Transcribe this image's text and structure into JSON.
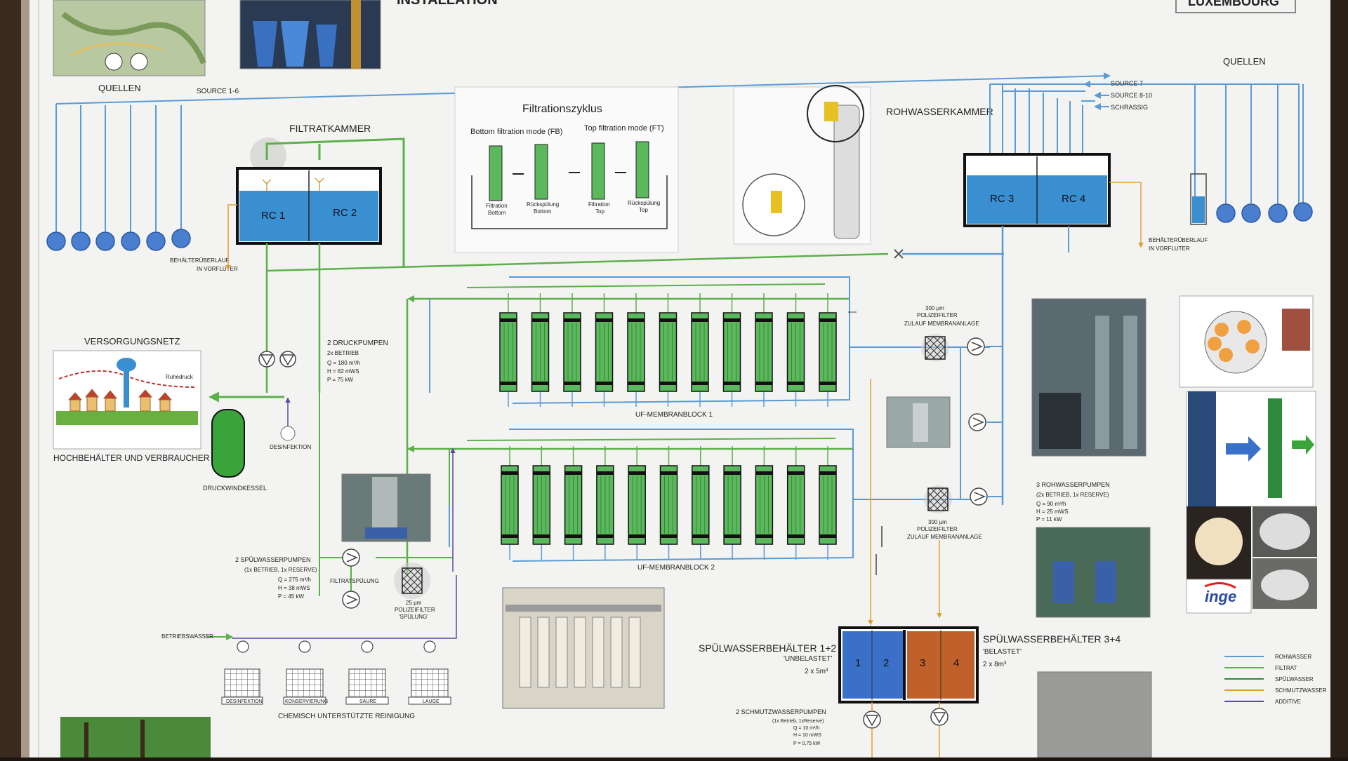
{
  "board": {
    "header_left": "INSTALLATION",
    "header_right": "LUXEMBOURG"
  },
  "labels": {
    "quellen_left": "QUELLEN",
    "source_1_6": "SOURCE 1-6",
    "filtratkammer": "FILTRATKAMMER",
    "rc1": "RC 1",
    "rc2": "RC 2",
    "behaelter_overflow_left_1": "BEHÄLTERÜBERLAUF",
    "behaelter_overflow_left_2": "IN VORFLUTER",
    "versorgungsnetz": "VERSORGUNGSNETZ",
    "ruhedruck": "Ruhedruck",
    "hochbehaelter": "HOCHBEHÄLTER UND VERBRAUCHER",
    "druckwindkessel": "DRUCKWINDKESSEL",
    "desinfektion": "DESINFEKTION",
    "druckpumpen_title": "2 DRUCKPUMPEN",
    "druckpumpen_betrieb": "2x BETRIEB",
    "druckpumpen_q": "Q = 180 m³/h",
    "druckpumpen_h": "H = 82 mWS",
    "druckpumpen_p": "P = 75 kW",
    "spuelpumpen_title": "2 SPÜLWASSERPUMPEN",
    "spuelpumpen_betrieb": "(1x BETRIEB, 1x RESERVE)",
    "spuelpumpen_q": "Q = 275 m³/h",
    "spuelpumpen_h": "H = 38 mWS",
    "spuelpumpen_p": "P = 45 kW",
    "filtratspuelung": "FILTRATSPÜLUNG",
    "polizeifilter_small_1": "25 µm",
    "polizeifilter_small_2": "POLIZEIFILTER",
    "polizeifilter_small_3": "'SPÜLUNG'",
    "betriebswasser": "BETRIEBSWASSER",
    "chem_desinfektion": "DESINFEKTION",
    "chem_konservierung": "KONSERVIERUNG",
    "chem_saeure": "SÄURE",
    "chem_lauge": "LAUGE",
    "chemisch": "CHEMISCH UNTERSTÜTZTE REINIGUNG",
    "uf_block_1": "UF-MEMBRANBLOCK 1",
    "uf_block_2": "UF-MEMBRANBLOCK 2",
    "pf_top_1": "300 µm",
    "pf_top_2": "POLIZEIFILTER",
    "pf_top_3": "ZULAUF MEMBRANANLAGE",
    "pf_bot_1": "300 µm",
    "pf_bot_2": "POLIZEIFILTER",
    "pf_bot_3": "ZULAUF MEMBRANANLAGE",
    "rohwasserkammer": "ROHWASSERKAMMER",
    "rc3": "RC 3",
    "rc4": "RC 4",
    "quellen_right": "QUELLEN",
    "source_7": "SOURCE 7",
    "source_8_10": "SOURCE 8-10",
    "schrassig": "SCHRASSIG",
    "behaelter_overflow_right_1": "BEHÄLTERÜBERLAUF",
    "behaelter_overflow_right_2": "IN VORFLUTER",
    "rohwasserpumpen_title": "3 ROHWASSERPUMPEN",
    "rohwasserpumpen_betrieb": "(2x BETRIEB, 1x RESERVE)",
    "rohwasserpumpen_q": "Q = 90 m³/h",
    "rohwasserpumpen_h": "H = 25 mWS",
    "rohwasserpumpen_p": "P = 11 kW",
    "spuel_12_title": "SPÜLWASSERBEHÄLTER 1+2",
    "spuel_12_sub": "'UNBELASTET'",
    "spuel_12_cap": "2 x 5m³",
    "spuel_34_title": "SPÜLWASSERBEHÄLTER 3+4",
    "spuel_34_sub": "'BELASTET'",
    "spuel_34_cap": "2 x 8m³",
    "tank_1": "1",
    "tank_2": "2",
    "tank_3": "3",
    "tank_4": "4",
    "schmutz_title": "2 SCHMUTZWASSERPUMPEN",
    "schmutz_betrieb": "(1x Betrieb, 1xReserve)",
    "schmutz_q": "Q = 10 m³/h",
    "schmutz_h": "H = 10 mWS",
    "schmutz_p": "P = 0,75 kW",
    "inge_logo": "inge"
  },
  "cycle": {
    "title": "Filtrationszyklus",
    "bottom_mode": "Bottom filtration mode (FB)",
    "top_mode": "Top filtration mode (FT)",
    "step1_a": "Filtration",
    "step1_b": "Bottom",
    "step2_a": "Rückspülung",
    "step2_b": "Bottom",
    "step3_a": "Filtration",
    "step3_b": "Top",
    "step4_a": "Rückspülung",
    "step4_b": "Top"
  },
  "legend": [
    {
      "label": "ROHWASSER",
      "color": "#5b9bd5"
    },
    {
      "label": "FILTRAT",
      "color": "#5bb04a"
    },
    {
      "label": "SPÜLWASSER",
      "color": "#2e8b3d"
    },
    {
      "label": "SCHMUTZWASSER",
      "color": "#e0a030"
    },
    {
      "label": "ADDITIVE",
      "color": "#5a4aa0"
    }
  ],
  "colors": {
    "rohwasser": "#5b9bd5",
    "filtrat": "#5bb04a",
    "schmutzwasser": "#e0a030",
    "additive": "#5a4aa0",
    "tank_water": "#3a8fd0",
    "tank_dirty": "#c0602a",
    "membrane": "#5cb85c"
  },
  "icons": {
    "pump": "pump-icon",
    "valve": "valve-icon",
    "filter": "filter-icon"
  }
}
